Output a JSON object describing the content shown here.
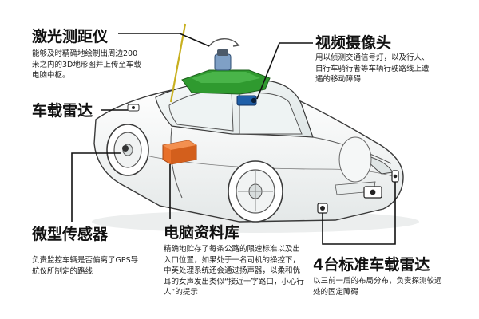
{
  "labels": {
    "laser": {
      "title": "激光测距仪",
      "desc": "能够及时精确地绘制出周边200米之内的3D地形图并上传至车载电脑中枢。"
    },
    "video": {
      "title": "视频摄像头",
      "desc": "用以侦测交通信号灯，以及行人、自行车骑行者等车辆行驶路线上遭遇的移动障碍"
    },
    "radar": {
      "title": "车载雷达"
    },
    "sensor": {
      "title": "微型传感器",
      "desc": "负责监控车辆是否偏离了GPS导航仪所制定的路线"
    },
    "computer": {
      "title": "电脑资料库",
      "desc": "精确地贮存了每条公路的限速标准以及出入口位置，如果处于一名司机的操控下，中英处理系统还会通过扬声器，以柔和恍耳的女声发出类似“接近十字路口，小心行人”的提示"
    },
    "radar4": {
      "title": "4台标准车载雷达",
      "desc": "以三前一后的布局分布，负责探测较远处的固定障碍"
    }
  },
  "colors": {
    "roof_unit": "#2f9a2f",
    "computer_box": "#e8702a",
    "outline": "#3a3a3a",
    "car_body": "#f4f6f6"
  }
}
